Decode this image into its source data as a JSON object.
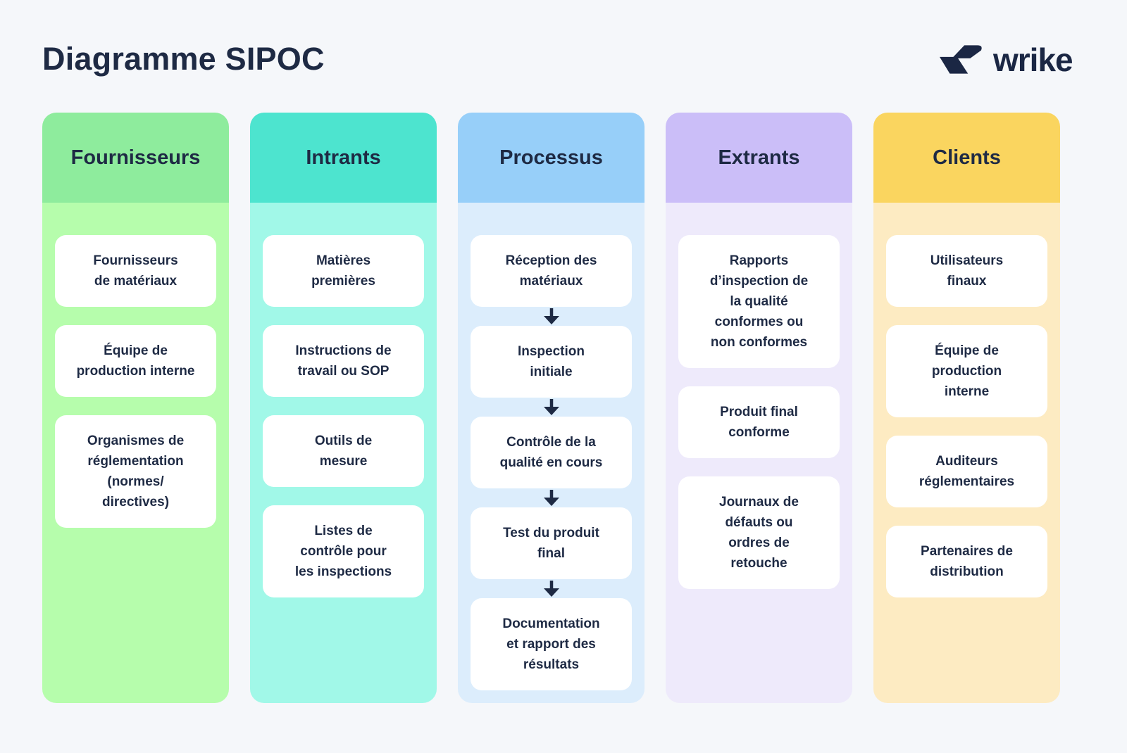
{
  "page": {
    "title": "Diagramme SIPOC",
    "background": "#F5F7FA",
    "text_color": "#1E2A44"
  },
  "logo": {
    "text": "wrike",
    "icon": "wrike-check-icon",
    "color": "#1B2744"
  },
  "columns": [
    {
      "id": "fournisseurs",
      "header": "Fournisseurs",
      "header_color": "#8EEC9D",
      "body_color": "#B6FDAC",
      "arrows": false,
      "cards": [
        "Fournisseurs\nde matériaux",
        "Équipe de\nproduction interne",
        "Organismes de\nréglementation\n(normes/\ndirectives)"
      ]
    },
    {
      "id": "intrants",
      "header": "Intrants",
      "header_color": "#4DE4CF",
      "body_color": "#A1F8E8",
      "arrows": false,
      "cards": [
        "Matières\npremières",
        "Instructions de\ntravail ou SOP",
        "Outils de\nmesure",
        "Listes de\ncontrôle pour\nles inspections"
      ]
    },
    {
      "id": "processus",
      "header": "Processus",
      "header_color": "#97CFF9",
      "body_color": "#DCEDFC",
      "arrows": true,
      "cards": [
        "Réception des\nmatériaux",
        "Inspection\ninitiale",
        "Contrôle de la\nqualité en cours",
        "Test du produit\nfinal",
        "Documentation\net rapport des\nrésultats"
      ]
    },
    {
      "id": "extrants",
      "header": "Extrants",
      "header_color": "#CBBEF8",
      "body_color": "#EEEAFB",
      "arrows": false,
      "cards": [
        "Rapports\nd’inspection de\nla qualité\nconformes ou\nnon conformes",
        "Produit final\nconforme",
        "Journaux de\ndéfauts ou\nordres de\nretouche"
      ]
    },
    {
      "id": "clients",
      "header": "Clients",
      "header_color": "#FAD55F",
      "body_color": "#FDEBC2",
      "arrows": false,
      "cards": [
        "Utilisateurs\nfinaux",
        "Équipe de\nproduction\ninterne",
        "Auditeurs\nréglementaires",
        "Partenaires de\ndistribution"
      ]
    }
  ]
}
